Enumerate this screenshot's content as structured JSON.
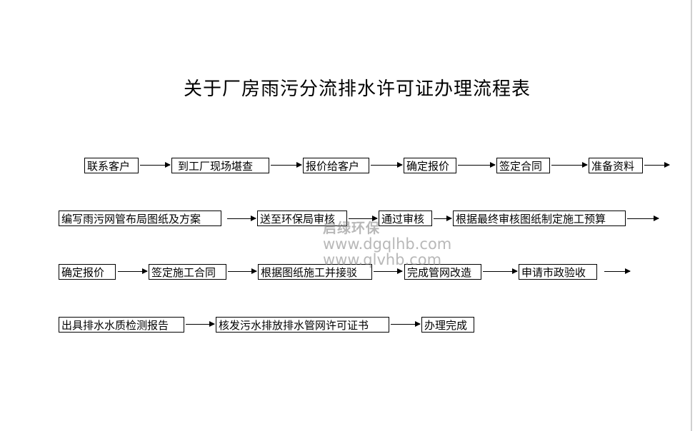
{
  "title": "关于厂房雨污分流排水许可证办理流程表",
  "steps": {
    "row1": [
      "联系客户",
      "到工厂现场堪查",
      "报价给客户",
      "确定报价",
      "签定合同",
      "准备资料"
    ],
    "row2": [
      "编写雨污网管布局图纸及方案",
      "送至环保局审核",
      "通过审核",
      "根据最终审核图纸制定施工预算"
    ],
    "row3": [
      "确定报价",
      "签定施工合同",
      "根据图纸施工并接驳",
      "完成管网改造",
      "申请市政验收"
    ],
    "row4": [
      "出具排水水质检测报告",
      "核发污水排放排水管网许可证书",
      "办理完成"
    ]
  },
  "watermark": {
    "brand": "启绿环保",
    "url1": "www.dgqlhb.com",
    "url2": "www.qlvhb.com",
    "color": "#7d7d7d"
  }
}
